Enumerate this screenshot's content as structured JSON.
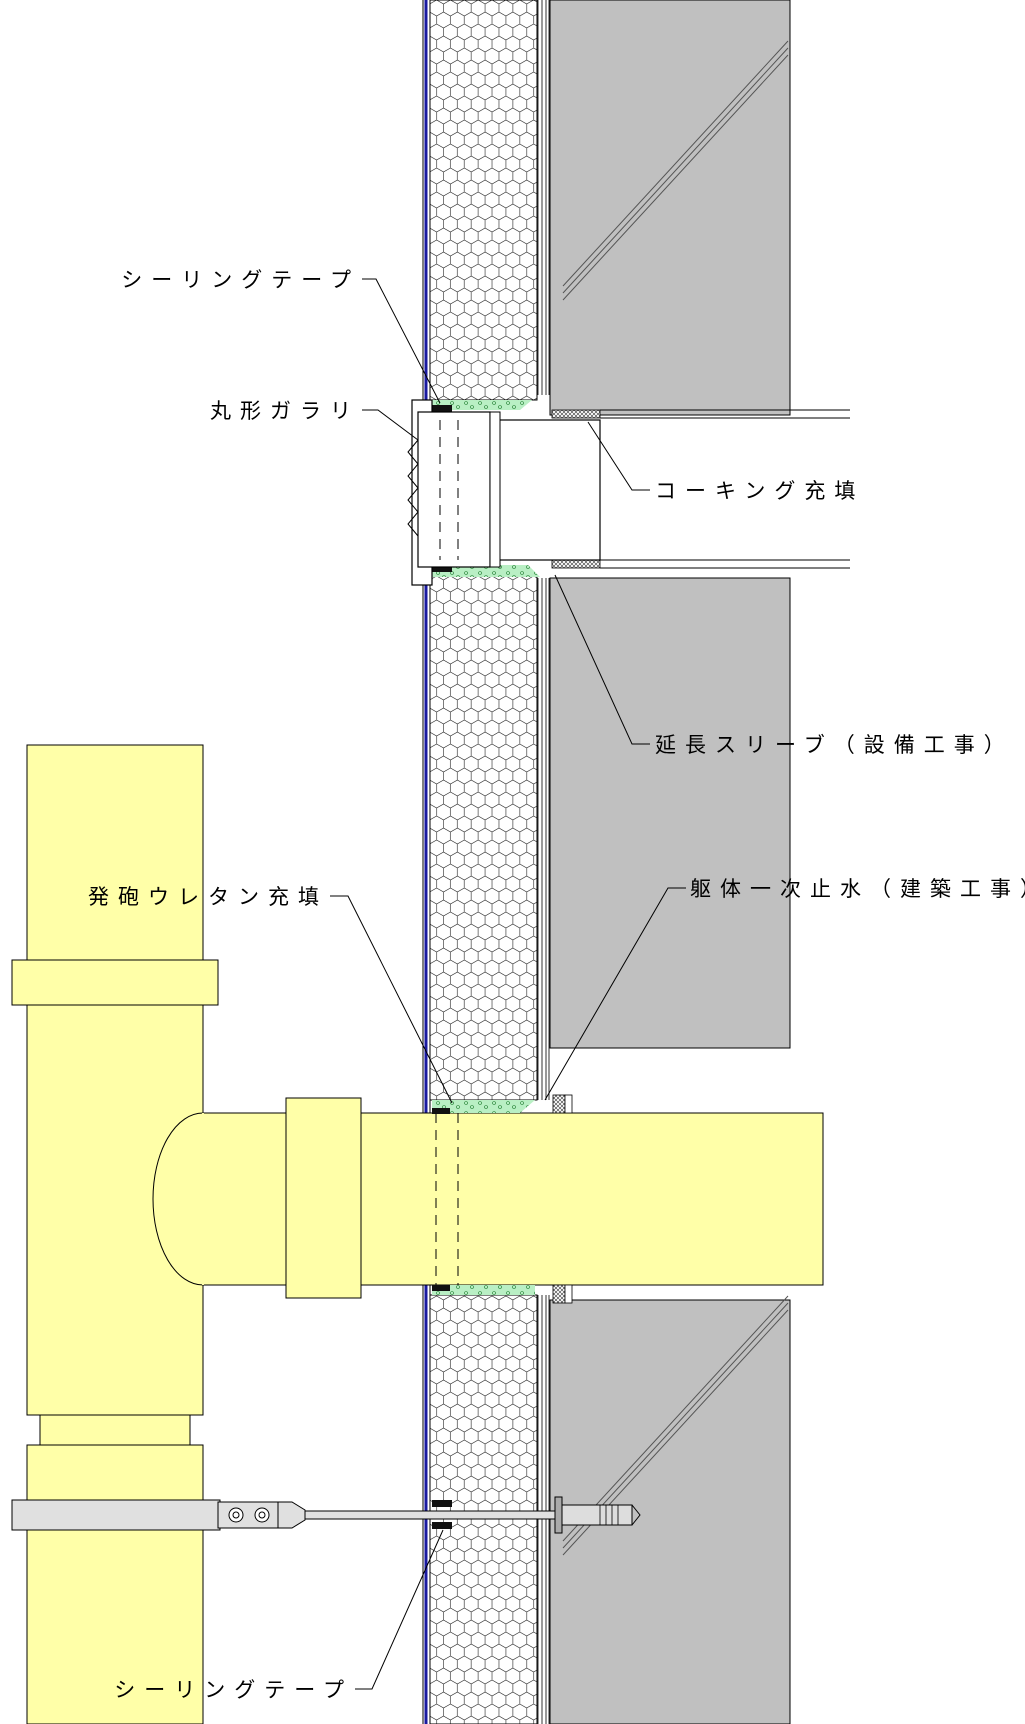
{
  "labels": {
    "sealing_tape_top": "シーリングテープ",
    "round_louver": "丸形ガラリ",
    "caulking_fill": "コーキング充填",
    "extension_sleeve": "延長スリーブ（設備工事）",
    "urethane_foam_fill": "発砲ウレタン充填",
    "primary_waterproofing": "躯体一次止水（建築工事）",
    "sealing_tape_bottom": "シーリングテープ"
  },
  "colors": {
    "pipe": "#ffffa8",
    "concrete": "#c0c0c0",
    "insulation_hatch": "#ffffff",
    "urethane_foam": "#b9efc4",
    "exterior_board_line": "#1a1aa0",
    "line": "#000000"
  }
}
